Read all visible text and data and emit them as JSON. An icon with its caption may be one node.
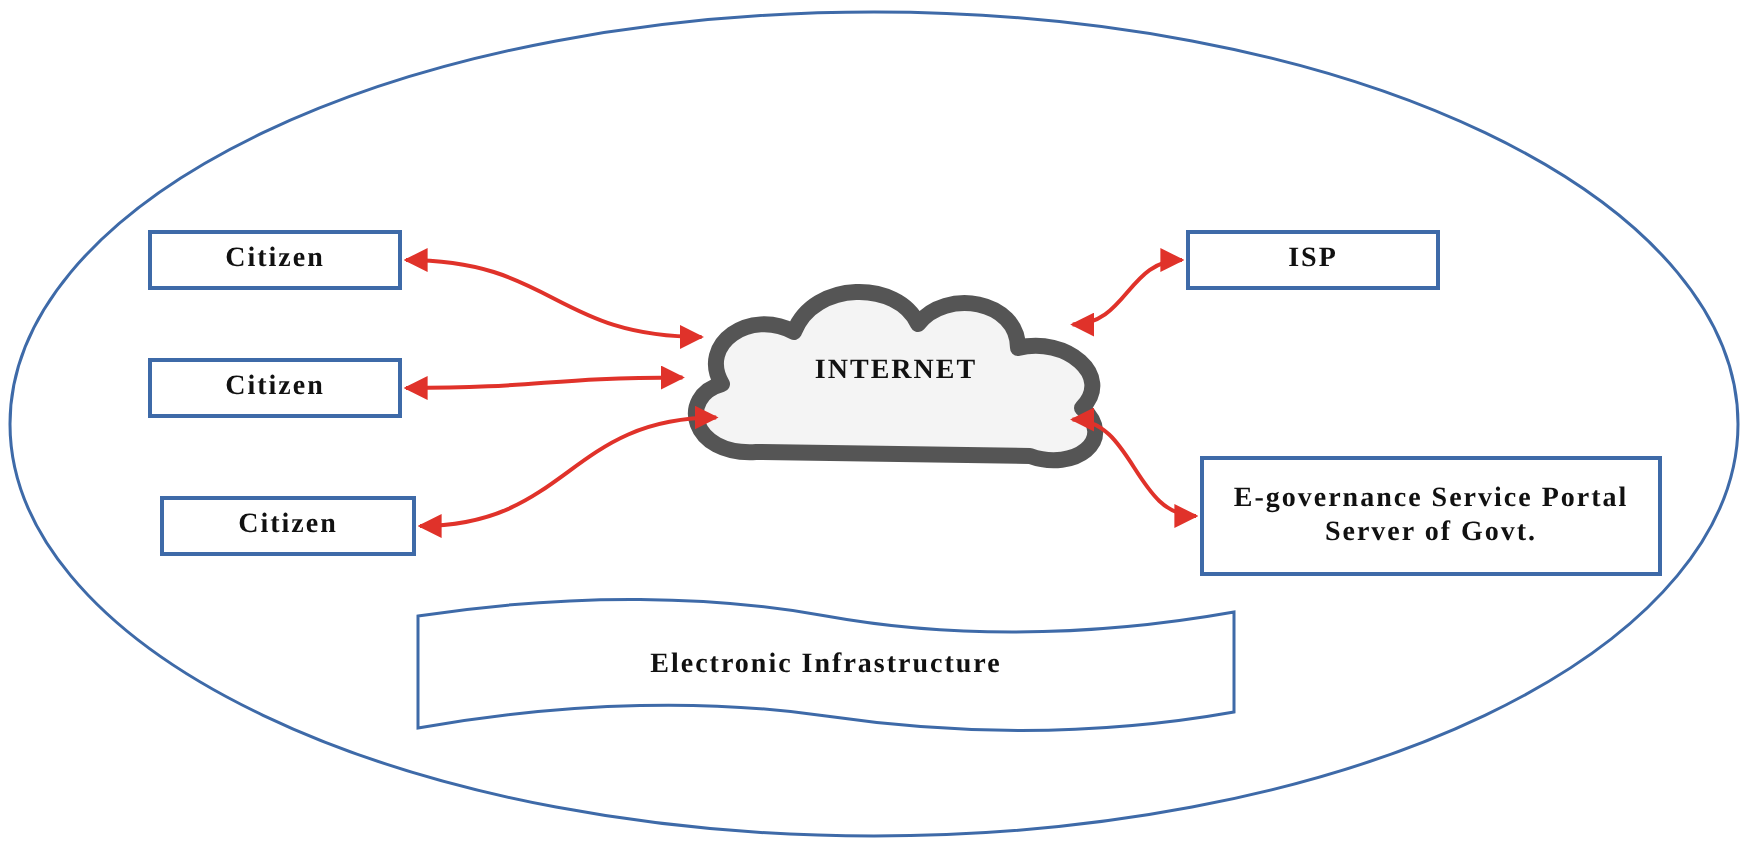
{
  "diagram": {
    "nodes": [
      {
        "text": [
          "Citizen"
        ]
      },
      {
        "text": [
          "ISP"
        ]
      },
      {
        "text": [
          "INTERNET"
        ]
      },
      {
        "text": [
          "Citizen"
        ]
      },
      {
        "text": [
          "Citizen"
        ]
      },
      {
        "text": [
          "E-governance Service Portal Server of Govt."
        ]
      },
      {
        "text": [
          "Electronic Infrastructure"
        ]
      }
    ],
    "edges": [
      {
        "from": 2,
        "to": 0,
        "arrow": "both"
      },
      {
        "from": 2,
        "to": 1,
        "arrow": "both"
      },
      {
        "from": 2,
        "to": 3,
        "arrow": "both"
      },
      {
        "from": 2,
        "to": 4,
        "arrow": "both"
      },
      {
        "from": 2,
        "to": 5,
        "arrow": "both"
      }
    ]
  }
}
